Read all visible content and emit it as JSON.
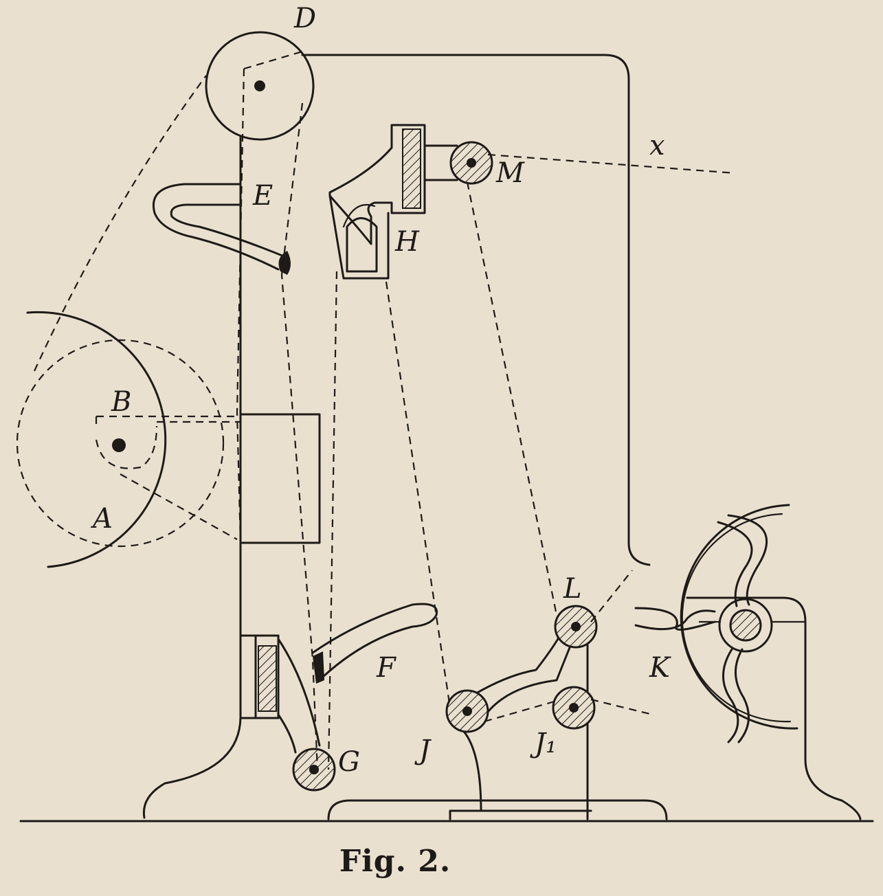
{
  "caption": "Fig. 2.",
  "labels": {
    "A": "A",
    "B": "B",
    "D": "D",
    "E": "E",
    "F": "F",
    "G": "G",
    "H": "H",
    "J": "J",
    "J1": "J₁",
    "K": "K",
    "L": "L",
    "M": "M",
    "x": "x"
  },
  "colors": {
    "paper": "#e9e0cf",
    "ink": "#1e1a17"
  }
}
